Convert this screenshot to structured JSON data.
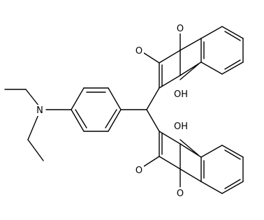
{
  "molecule": {
    "atom_labels": {
      "nitrogen": "N",
      "upper_ring_oxygen": "O",
      "upper_carbonyl_oxygen": "O",
      "upper_hydroxyl": "OH",
      "lower_hydroxyl": "OH",
      "lower_carbonyl_oxygen": "O",
      "lower_ring_oxygen": "O"
    }
  },
  "colors": {
    "bond": "#000000",
    "text": "#000000",
    "background": "#ffffff"
  }
}
